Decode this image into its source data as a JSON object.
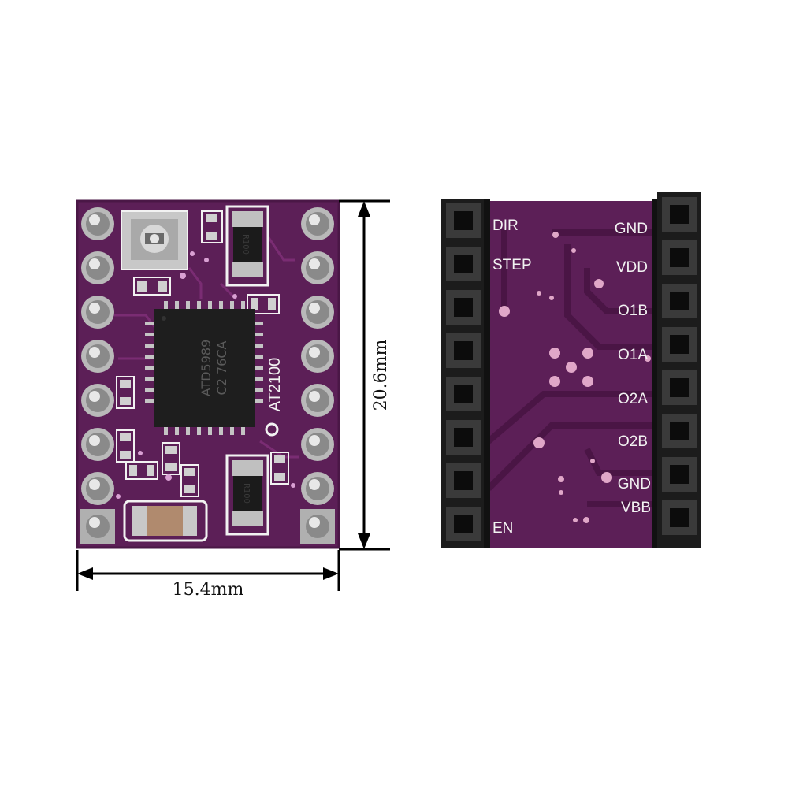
{
  "dimensions": {
    "width_label": "15.4mm",
    "height_label": "20.6mm"
  },
  "front": {
    "chip_line1": "ATD5989",
    "chip_line2": "C2 76CA",
    "board_label": "AT2100",
    "sense_resistor_label": "R100"
  },
  "back": {
    "left_pins": [
      "DIR",
      "STEP",
      "EN"
    ],
    "right_pins": [
      "GND",
      "VDD",
      "O1B",
      "O1A",
      "O2A",
      "O2B",
      "GND",
      "VBB"
    ]
  },
  "colors": {
    "board": "#5c1f57",
    "board_dark": "#3f1240",
    "silk": "#f2f2f2",
    "header": "#1c1c1c",
    "chip": "#1e1e1e"
  }
}
